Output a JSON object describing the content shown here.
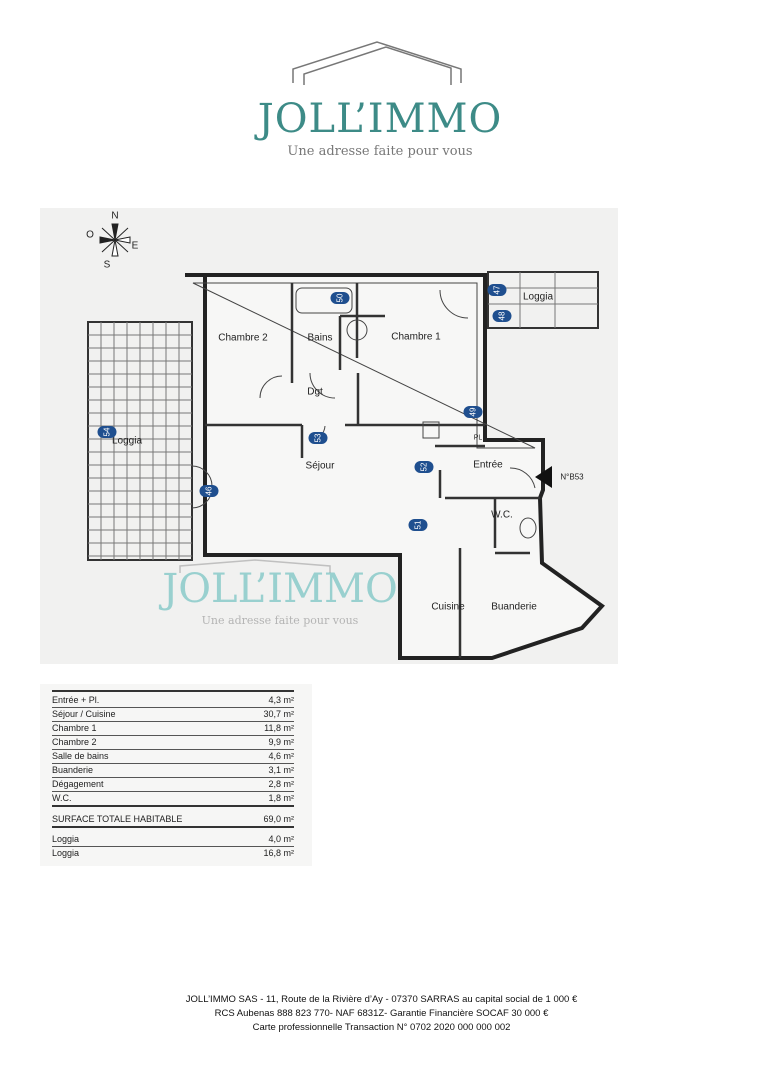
{
  "logo": {
    "title": "JOLL’IMMO",
    "tagline": "Une adresse faite pour vous",
    "color": "#3d8b87"
  },
  "plan": {
    "compass": {
      "n": "N",
      "e": "E",
      "s": "S",
      "o": "O"
    },
    "rooms": {
      "chambre2": "Chambre 2",
      "bains": "Bains",
      "chambre1": "Chambre 1",
      "dgt": "Dgt",
      "sejour": "Séjour",
      "entree": "Entrée",
      "wc": "W.C.",
      "cuisine": "Cuisine",
      "buanderie": "Buanderie",
      "loggia_left": "Loggia",
      "loggia_right": "Loggia",
      "pl": "PL"
    },
    "entrance_label": "N°B53",
    "badges": [
      "46",
      "47",
      "48",
      "49",
      "50",
      "51",
      "52",
      "53",
      "54"
    ],
    "watermark": {
      "title": "JOLL’IMMO",
      "tagline": "Une adresse faite pour vous"
    }
  },
  "surfaces": {
    "rows": [
      {
        "label": "Entrée + Pl.",
        "value": "4,3 m²"
      },
      {
        "label": "Séjour / Cuisine",
        "value": "30,7 m²"
      },
      {
        "label": "Chambre 1",
        "value": "11,8 m²"
      },
      {
        "label": "Chambre 2",
        "value": "9,9 m²"
      },
      {
        "label": "Salle de bains",
        "value": "4,6 m²"
      },
      {
        "label": "Buanderie",
        "value": "3,1 m²"
      },
      {
        "label": "Dégagement",
        "value": "2,8 m²"
      },
      {
        "label": "W.C.",
        "value": "1,8 m²"
      }
    ],
    "total": {
      "label": "SURFACE TOTALE HABITABLE",
      "value": "69,0 m²"
    },
    "extras": [
      {
        "label": "Loggia",
        "value": "4,0 m²"
      },
      {
        "label": "Loggia",
        "value": "16,8 m²"
      }
    ]
  },
  "footer": {
    "line1": "JOLL’IMMO SAS - 11, Route de la Rivière d’Ay - 07370 SARRAS au capital social de 1 000 €",
    "line2": "RCS Aubenas 888 823 770- NAF 6831Z- Garantie Financière SOCAF 30 000 €",
    "line3": "Carte professionnelle Transaction N° 0702 2020 000 000 002"
  }
}
